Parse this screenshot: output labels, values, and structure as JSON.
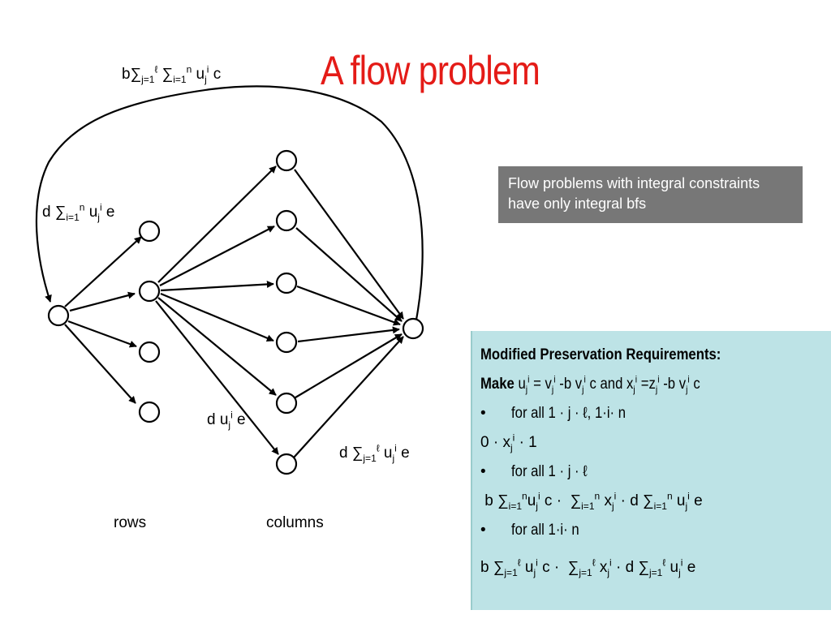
{
  "slide": {
    "title": "A flow problem",
    "note": "Flow problems with integral constraints have only integral bfs"
  },
  "diagram": {
    "top_arc_label": "b∑j=1ℓ ∑i=1n uji c",
    "row_node_label": "d ∑i=1n uji e",
    "edge_label": "d uji e",
    "sink_label": "d ∑j=1ℓ uji e",
    "rows_caption": "rows",
    "columns_caption": "columns"
  },
  "requirements": {
    "heading": "Modified  Preservation Requirements:",
    "make_word": "Make",
    "make_text": " uji = vji -b vji c and xji =zji -b vji c",
    "line1": "for all 1 · j · ℓ, 1·i· n",
    "line2": "0 · xji · 1",
    "line3": "for all 1 · j · ℓ",
    "line4": " b ∑i=1nuji c ·  ∑i=1n xji · d ∑i=1n uji e",
    "line5": "for all 1·i· n",
    "line6": "b ∑j=1ℓ uji c ·  ∑j=1ℓ xji · d ∑j=1ℓ uji e"
  },
  "colors": {
    "title": "#e41b17",
    "note_bg": "#777777",
    "requirements_bg": "#bde3e6"
  }
}
